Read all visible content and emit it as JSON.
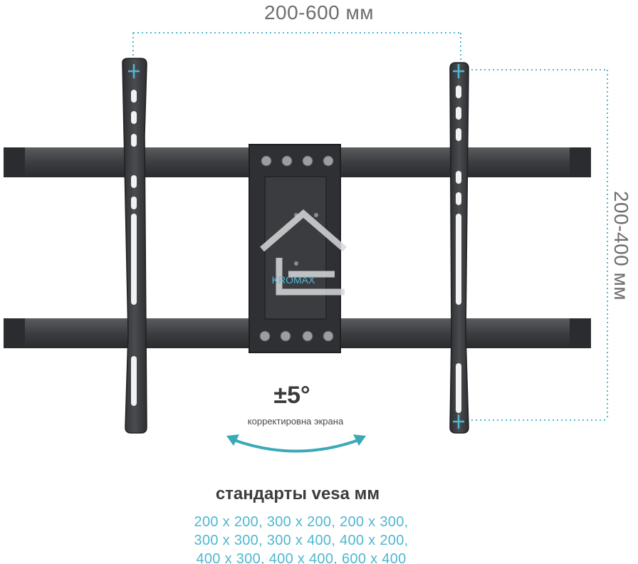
{
  "dimensions": {
    "width_range": "200-600 мм",
    "height_range": "200-400 мм"
  },
  "tilt": {
    "angle": "±5°",
    "caption": "корректировна экрана"
  },
  "brand": {
    "logo_text": "KROMAX"
  },
  "vesa": {
    "title": "стандарты vesa мм",
    "lines": [
      "200 x 200, 300 x 200, 200 x 300,",
      "300 x 300, 300 x 400, 400 x 200,",
      "400 x 300, 400 x 400, 600 x 400"
    ]
  },
  "colors": {
    "accent": "#4fb7d0",
    "metal": "#3b3d40",
    "text": "#3c3c3c"
  }
}
